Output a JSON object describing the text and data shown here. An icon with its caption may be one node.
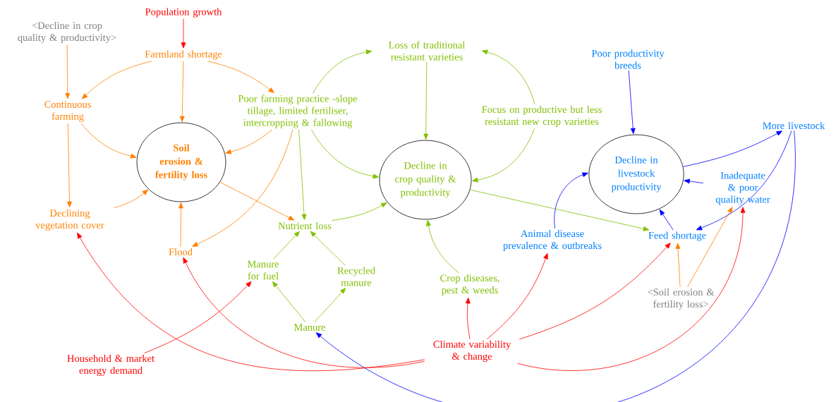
{
  "diagram": {
    "nodes": [
      {
        "text": [
          "<Decline in crop quality & productivity>"
        ]
      },
      {
        "text": [
          "Population growth"
        ]
      },
      {
        "text": [
          "Farmland shortage"
        ]
      },
      {
        "text": [
          "Loss of traditional resistant varieties"
        ]
      },
      {
        "text": [
          "Poor productivity breeds"
        ]
      },
      {
        "text": [
          "Continuous farming"
        ]
      },
      {
        "text": [
          "Poor farming practice -slope tillage, limited fertiliser, intercropping & fallowing"
        ]
      },
      {
        "text": [
          "Focus on productive but less resistant new crop varieties"
        ]
      },
      {
        "text": [
          "More livestock"
        ]
      },
      {
        "text": [
          "Soil erosion & fertility loss"
        ]
      },
      {
        "text": [
          "Decline in crop quality & productivity"
        ]
      },
      {
        "text": [
          "Decline in livestock productivity"
        ]
      },
      {
        "text": [
          "Inadequate & poor quality water"
        ]
      },
      {
        "text": [
          "Declining vegetation cover"
        ]
      },
      {
        "text": [
          "Nutrient loss"
        ]
      },
      {
        "text": [
          "Animal disease prevalence & outbreaks"
        ]
      },
      {
        "text": [
          "Feed shortage"
        ]
      },
      {
        "text": [
          "Flood"
        ]
      },
      {
        "text": [
          "Manure for fuel"
        ]
      },
      {
        "text": [
          "Recycled manure"
        ]
      },
      {
        "text": [
          "Crop diseases, pest & weeds"
        ]
      },
      {
        "text": [
          "<Soil erosion & fertility loss>"
        ]
      },
      {
        "text": [
          "Manure"
        ]
      },
      {
        "text": [
          "Climate variability & change"
        ]
      },
      {
        "text": [
          "Household & market energy demand"
        ]
      }
    ],
    "edges": [
      {
        "from": 1,
        "to": 2,
        "arrow": "to",
        "color": "#ff0000"
      },
      {
        "from": 0,
        "to": 5,
        "arrow": "to",
        "color": "#ff8000"
      },
      {
        "from": 2,
        "to": 5,
        "arrow": "to",
        "color": "#ff8000"
      },
      {
        "from": 2,
        "to": 9,
        "arrow": "to",
        "color": "#ff8000"
      },
      {
        "from": 2,
        "to": 6,
        "arrow": "to",
        "color": "#ff8000"
      },
      {
        "from": 5,
        "to": 9,
        "arrow": "to",
        "color": "#ff8000"
      },
      {
        "from": 5,
        "to": 13,
        "arrow": "to",
        "color": "#ff8000"
      },
      {
        "from": 6,
        "to": 9,
        "arrow": "to",
        "color": "#ff8000"
      },
      {
        "from": 6,
        "to": 17,
        "arrow": "to",
        "color": "#ff8000"
      },
      {
        "from": 6,
        "to": 14,
        "arrow": "to",
        "color": "#80c000"
      },
      {
        "from": 6,
        "to": 3,
        "arrow": "to",
        "color": "#80c000"
      },
      {
        "from": 6,
        "to": 10,
        "arrow": "to",
        "color": "#80c000"
      },
      {
        "from": 9,
        "to": 14,
        "arrow": "to",
        "color": "#ff8000"
      },
      {
        "from": 13,
        "to": 9,
        "arrow": "to",
        "color": "#ff8000"
      },
      {
        "from": 17,
        "to": 9,
        "arrow": "to",
        "color": "#ff8000"
      },
      {
        "from": 3,
        "to": 10,
        "arrow": "to",
        "color": "#80c000"
      },
      {
        "from": 7,
        "to": 3,
        "arrow": "to",
        "color": "#80c000"
      },
      {
        "from": 7,
        "to": 10,
        "arrow": "to",
        "color": "#80c000"
      },
      {
        "from": 14,
        "to": 10,
        "arrow": "to",
        "color": "#80c000"
      },
      {
        "from": 18,
        "to": 14,
        "arrow": "to",
        "color": "#80c000"
      },
      {
        "from": 19,
        "to": 14,
        "arrow": "to",
        "color": "#80c000"
      },
      {
        "from": 22,
        "to": 18,
        "arrow": "to",
        "color": "#80c000"
      },
      {
        "from": 22,
        "to": 19,
        "arrow": "to",
        "color": "#80c000"
      },
      {
        "from": 20,
        "to": 10,
        "arrow": "to",
        "color": "#80c000"
      },
      {
        "from": 10,
        "to": 16,
        "arrow": "to",
        "color": "#80c000"
      },
      {
        "from": 4,
        "to": 11,
        "arrow": "to",
        "color": "#0000ff"
      },
      {
        "from": 11,
        "to": 8,
        "arrow": "to",
        "color": "#0000ff"
      },
      {
        "from": 8,
        "to": 16,
        "arrow": "to",
        "color": "#0000ff"
      },
      {
        "from": 8,
        "to": 22,
        "arrow": "to",
        "color": "#0000ff"
      },
      {
        "from": 15,
        "to": 11,
        "arrow": "to",
        "color": "#0000ff"
      },
      {
        "from": 12,
        "to": 11,
        "arrow": "to",
        "color": "#0000ff"
      },
      {
        "from": 16,
        "to": 11,
        "arrow": "to",
        "color": "#0000ff"
      },
      {
        "from": 21,
        "to": 16,
        "arrow": "to",
        "color": "#ff8000"
      },
      {
        "from": 21,
        "to": 12,
        "arrow": "to",
        "color": "#ff8000"
      },
      {
        "from": 23,
        "to": 20,
        "arrow": "to",
        "color": "#ff0000"
      },
      {
        "from": 23,
        "to": 15,
        "arrow": "to",
        "color": "#ff0000"
      },
      {
        "from": 23,
        "to": 16,
        "arrow": "to",
        "color": "#ff0000"
      },
      {
        "from": 23,
        "to": 12,
        "arrow": "to",
        "color": "#ff0000"
      },
      {
        "from": 23,
        "to": 13,
        "arrow": "to",
        "color": "#ff0000"
      },
      {
        "from": 23,
        "to": 17,
        "arrow": "to",
        "color": "#ff0000"
      },
      {
        "from": 24,
        "to": 18,
        "arrow": "to",
        "color": "#ff0000"
      }
    ]
  }
}
